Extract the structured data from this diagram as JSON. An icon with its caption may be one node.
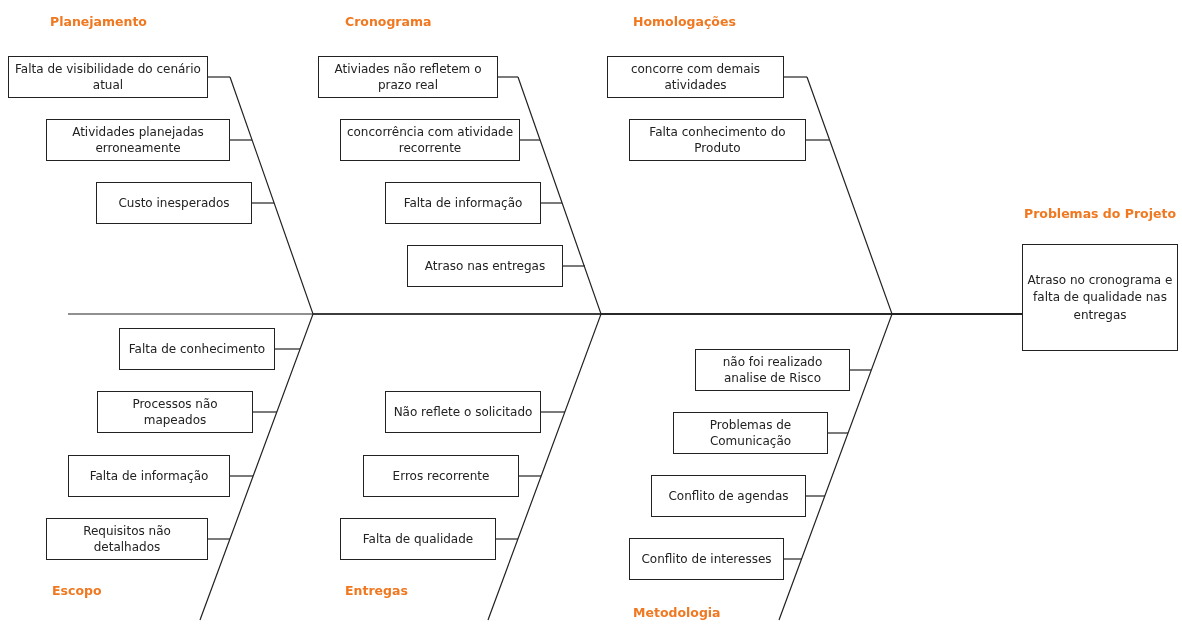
{
  "diagram": {
    "nodes": [
      {
        "text": [
          "Falta de visibilidade do cenário atual"
        ]
      },
      {
        "text": [
          "Atividades planejadas erroneamente"
        ]
      },
      {
        "text": [
          "Custo inesperados"
        ]
      },
      {
        "text": [
          "Ativiades não refletem o prazo real"
        ]
      },
      {
        "text": [
          "concorrência com atividade recorrente"
        ]
      },
      {
        "text": [
          "Falta de informação"
        ]
      },
      {
        "text": [
          "Atraso nas entregas"
        ]
      },
      {
        "text": [
          "concorre com demais atividades"
        ]
      },
      {
        "text": [
          "Falta conhecimento do Produto"
        ]
      },
      {
        "text": [
          "Problemas do Projeto",
          "Atraso no cronograma e falta de qualidade nas entregas"
        ]
      },
      {
        "text": [
          "Falta de conhecimento"
        ]
      },
      {
        "text": [
          "Processos não mapeados"
        ]
      },
      {
        "text": [
          "Falta de informação"
        ]
      },
      {
        "text": [
          "Requisitos não detalhados"
        ]
      },
      {
        "text": [
          "Não reflete o solicitado"
        ]
      },
      {
        "text": [
          "Erros recorrente"
        ]
      },
      {
        "text": [
          "Falta de qualidade"
        ]
      },
      {
        "text": [
          "não foi realizado analise de Risco"
        ]
      },
      {
        "text": [
          "Problemas de Comunicação"
        ]
      },
      {
        "text": [
          "Conflito de agendas"
        ]
      },
      {
        "text": [
          "Conflito de interesses"
        ]
      }
    ],
    "edges": [
      {
        "from": 0,
        "to": null,
        "arrow": "none"
      },
      {
        "from": 1,
        "to": null,
        "arrow": "none"
      },
      {
        "from": 2,
        "to": null,
        "arrow": "none"
      },
      {
        "from": 3,
        "to": null,
        "arrow": "none"
      },
      {
        "from": 4,
        "to": null,
        "arrow": "none"
      },
      {
        "from": 5,
        "to": null,
        "arrow": "none"
      },
      {
        "from": 6,
        "to": null,
        "arrow": "none"
      },
      {
        "from": 7,
        "to": null,
        "arrow": "none"
      },
      {
        "from": 8,
        "to": null,
        "arrow": "none"
      },
      {
        "from": 10,
        "to": null,
        "arrow": "none"
      },
      {
        "from": 11,
        "to": null,
        "arrow": "none"
      },
      {
        "from": 12,
        "to": null,
        "arrow": "none"
      },
      {
        "from": 13,
        "to": null,
        "arrow": "none"
      },
      {
        "from": 14,
        "to": null,
        "arrow": "none"
      },
      {
        "from": 15,
        "to": null,
        "arrow": "none"
      },
      {
        "from": 16,
        "to": null,
        "arrow": "none"
      },
      {
        "from": 17,
        "to": null,
        "arrow": "none"
      },
      {
        "from": 18,
        "to": null,
        "arrow": "none"
      },
      {
        "from": 19,
        "to": null,
        "arrow": "none"
      },
      {
        "from": 20,
        "to": null,
        "arrow": "none"
      },
      {
        "from": null,
        "to": 9,
        "arrow": "none"
      },
      {
        "from": null,
        "to": 9,
        "arrow": "none"
      },
      {
        "from": null,
        "to": 9,
        "arrow": "none"
      },
      {
        "from": null,
        "to": 9,
        "arrow": "none"
      },
      {
        "from": null,
        "to": 9,
        "arrow": "none"
      },
      {
        "from": null,
        "to": 9,
        "arrow": "none"
      },
      {
        "from": null,
        "to": 9,
        "arrow": "none"
      }
    ],
    "labels": [
      "Planejamento",
      "Cronograma",
      "Homologações",
      "Escopo",
      "Entregas",
      "Metodologia"
    ]
  }
}
